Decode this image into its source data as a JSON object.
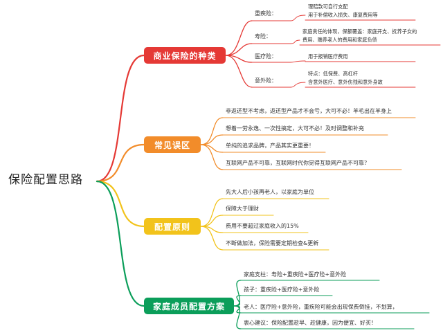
{
  "root": {
    "title": "保险配置思路"
  },
  "branches": [
    {
      "label": "商业保险的种类",
      "color": "#e53935",
      "items": [
        {
          "label": "重疾险：",
          "details": [
            "理赔款可自行支配",
            "用于补偿收入损失、康复费用等"
          ]
        },
        {
          "label": "寿险：",
          "details": [
            "家庭责任的体现，保额覆盖：家庭开支、抚养子女的",
            "费用、赡养老人的费用和家庭负债"
          ]
        },
        {
          "label": "医疗险：",
          "details": [
            "用于报销医疗费用"
          ]
        },
        {
          "label": "意外险：",
          "details": [
            "特点：低保费、高杠杆",
            "含意外医疗、意外伤残和意外身故"
          ]
        }
      ]
    },
    {
      "label": "常见误区",
      "color": "#f28c2a",
      "items": [
        {
          "label": "非返还型不考虑，返还型产品才不会亏，大可不必！羊毛出在羊身上"
        },
        {
          "label": "想着一劳永逸、一次性搞定，大可不必！及时调整和补充"
        },
        {
          "label": "单纯的追求品牌，产品其实更重要！"
        },
        {
          "label": "互联网产品不可靠，互联网时代你觉得互联网产品不可靠？"
        }
      ]
    },
    {
      "label": "配置原则",
      "color": "#f2c31b",
      "items": [
        {
          "label": "先大人后小孩再老人，以家庭为单位"
        },
        {
          "label": "保障大于理财"
        },
        {
          "label": "费用不要超过家庭收入的15%"
        },
        {
          "label": "不断做加法，保险需要定期检查&更新"
        }
      ]
    },
    {
      "label": "家庭成员配置方案",
      "color": "#0b9e5a",
      "items": [
        {
          "label": "家庭支柱：寿险+重疾险+医疗险+意外险"
        },
        {
          "label": "孩子：重疾险+医疗险+意外险"
        },
        {
          "label": "老人：医疗险+意外险，重疾险可能会出现保费倒挂，不划算，"
        },
        {
          "label": "衷心建议：保险配置趁早、趁健康，因为便宜、好买！"
        }
      ]
    }
  ]
}
